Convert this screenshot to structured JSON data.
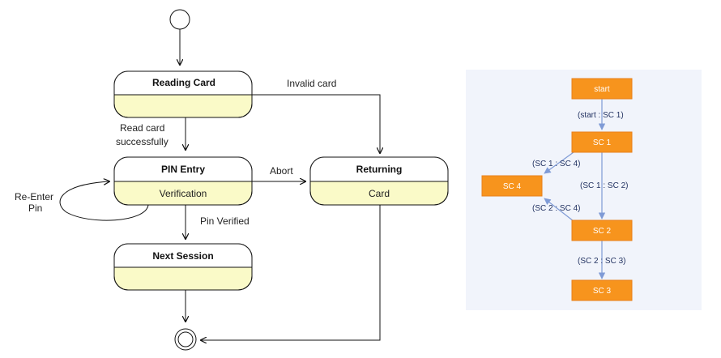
{
  "state_machine": {
    "states": {
      "reading_card": {
        "title": "Reading Card",
        "body": ""
      },
      "pin_entry": {
        "title": "PIN Entry",
        "body": "Verification"
      },
      "returning": {
        "title": "Returning",
        "body": "Card"
      },
      "next_session": {
        "title": "Next Session",
        "body": ""
      }
    },
    "transitions": {
      "invalid_card": "Invalid card",
      "read_ok_line1": "Read card",
      "read_ok_line2": "successfully",
      "abort": "Abort",
      "reenter_line1": "Re-Enter",
      "reenter_line2": "Pin",
      "pin_verified": "Pin Verified"
    },
    "colors": {
      "state_fill": "#fafac8",
      "state_header": "#ffffff",
      "stroke": "#111111"
    }
  },
  "flow_graph": {
    "nodes": {
      "start": "start",
      "sc1": "SC 1",
      "sc2": "SC 2",
      "sc3": "SC 3",
      "sc4": "SC 4"
    },
    "edges": {
      "start_sc1": "(start : SC 1)",
      "sc1_sc4": "(SC 1 : SC 4)",
      "sc1_sc2": "(SC 1 : SC 2)",
      "sc2_sc4": "(SC 2 : SC 4)",
      "sc2_sc3": "(SC 2 : SC 3)"
    },
    "colors": {
      "background": "#f1f4fb",
      "node_fill": "#f7941d",
      "node_border": "#e8811a",
      "edge": "#7f9bd6"
    }
  }
}
